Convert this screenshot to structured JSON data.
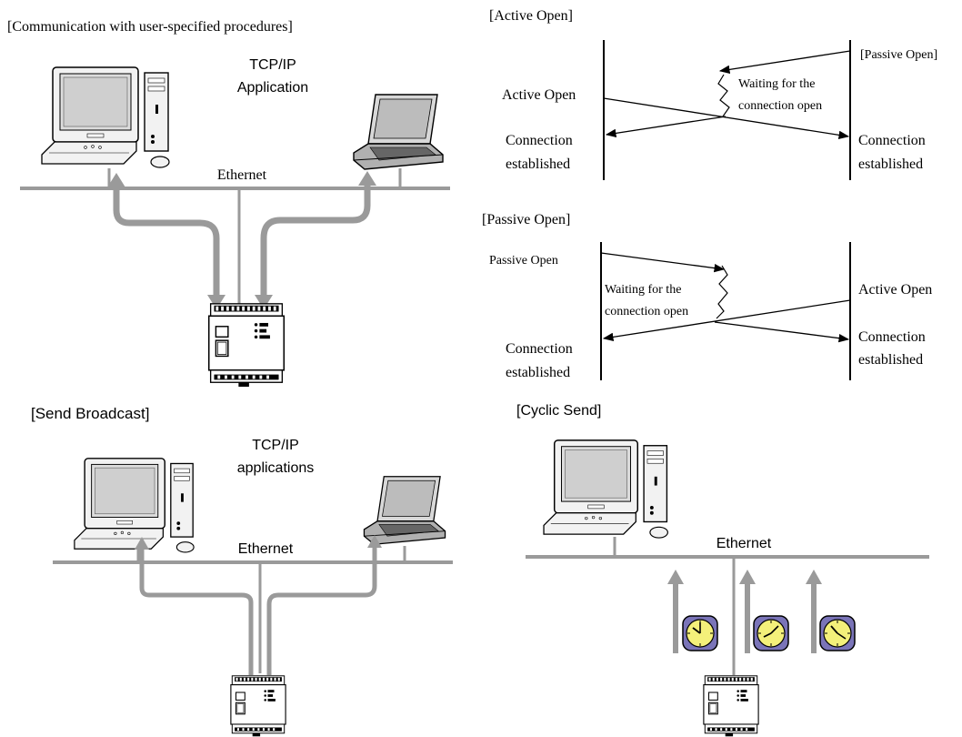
{
  "panel_user_procedures": {
    "title": "[Communication with user-specified procedures]",
    "app_line1": "TCP/IP",
    "app_line2": "Application",
    "network_label": "Ethernet"
  },
  "panel_active_open": {
    "title": "[Active Open]",
    "left_event": "Active Open",
    "right_event": "[Passive Open]",
    "wait_line1": "Waiting  for  the",
    "wait_line2": "connection open",
    "left_done_line1": "Connection",
    "left_done_line2": "established",
    "right_done_line1": "Connection",
    "right_done_line2": "established"
  },
  "panel_passive_open": {
    "title": "[Passive Open]",
    "left_event": "Passive Open",
    "right_event": "Active Open",
    "wait_line1": "Waiting    for    the",
    "wait_line2": "connection open",
    "left_done_line1": "Connection",
    "left_done_line2": "established",
    "right_done_line1": "Connection",
    "right_done_line2": "established"
  },
  "panel_send_broadcast": {
    "title": "[Send Broadcast]",
    "app_line1": "TCP/IP",
    "app_line2": "applications",
    "network_label": "Ethernet"
  },
  "panel_cyclic_send": {
    "title": "[Cyclic Send]",
    "network_label": "Ethernet"
  },
  "colors": {
    "network_line": "#9a9a9a",
    "arrow": "#9a9a9a",
    "clock_face": "#f4f07a",
    "clock_bezel": "#7a74b8",
    "ink": "#000000"
  },
  "icons": [
    "desktop-computer-icon",
    "laptop-icon",
    "plc-controller-icon",
    "clock-icon"
  ]
}
